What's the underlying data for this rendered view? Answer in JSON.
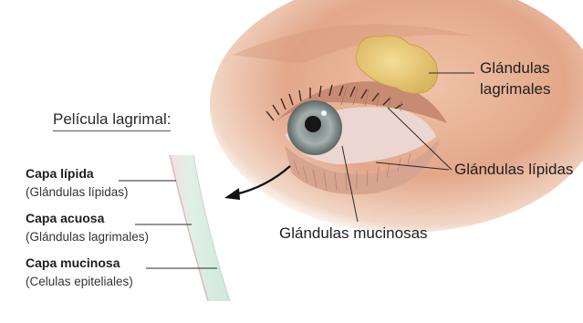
{
  "film": {
    "title": "Película lagrimal:",
    "layers": [
      {
        "name": "Capa lípida",
        "source": "(Glándulas lípidas)"
      },
      {
        "name": "Capa acuosa",
        "source": "(Glándulas lagrimales)"
      },
      {
        "name": "Capa mucinosa",
        "source": "(Celulas epiteliales)"
      }
    ]
  },
  "glands": {
    "lacrimal_line1": "Glándulas",
    "lacrimal_line2": "lagrimales",
    "lipid": "Glándulas lípidas",
    "mucin": "Glándulas mucinosas"
  },
  "colors": {
    "skin": "#e8b89c",
    "lacrimal_gland": "#eacb7a",
    "iris": "#9aa7a4",
    "film_band": "#dceee3",
    "film_edge": "#e4b7bd"
  }
}
